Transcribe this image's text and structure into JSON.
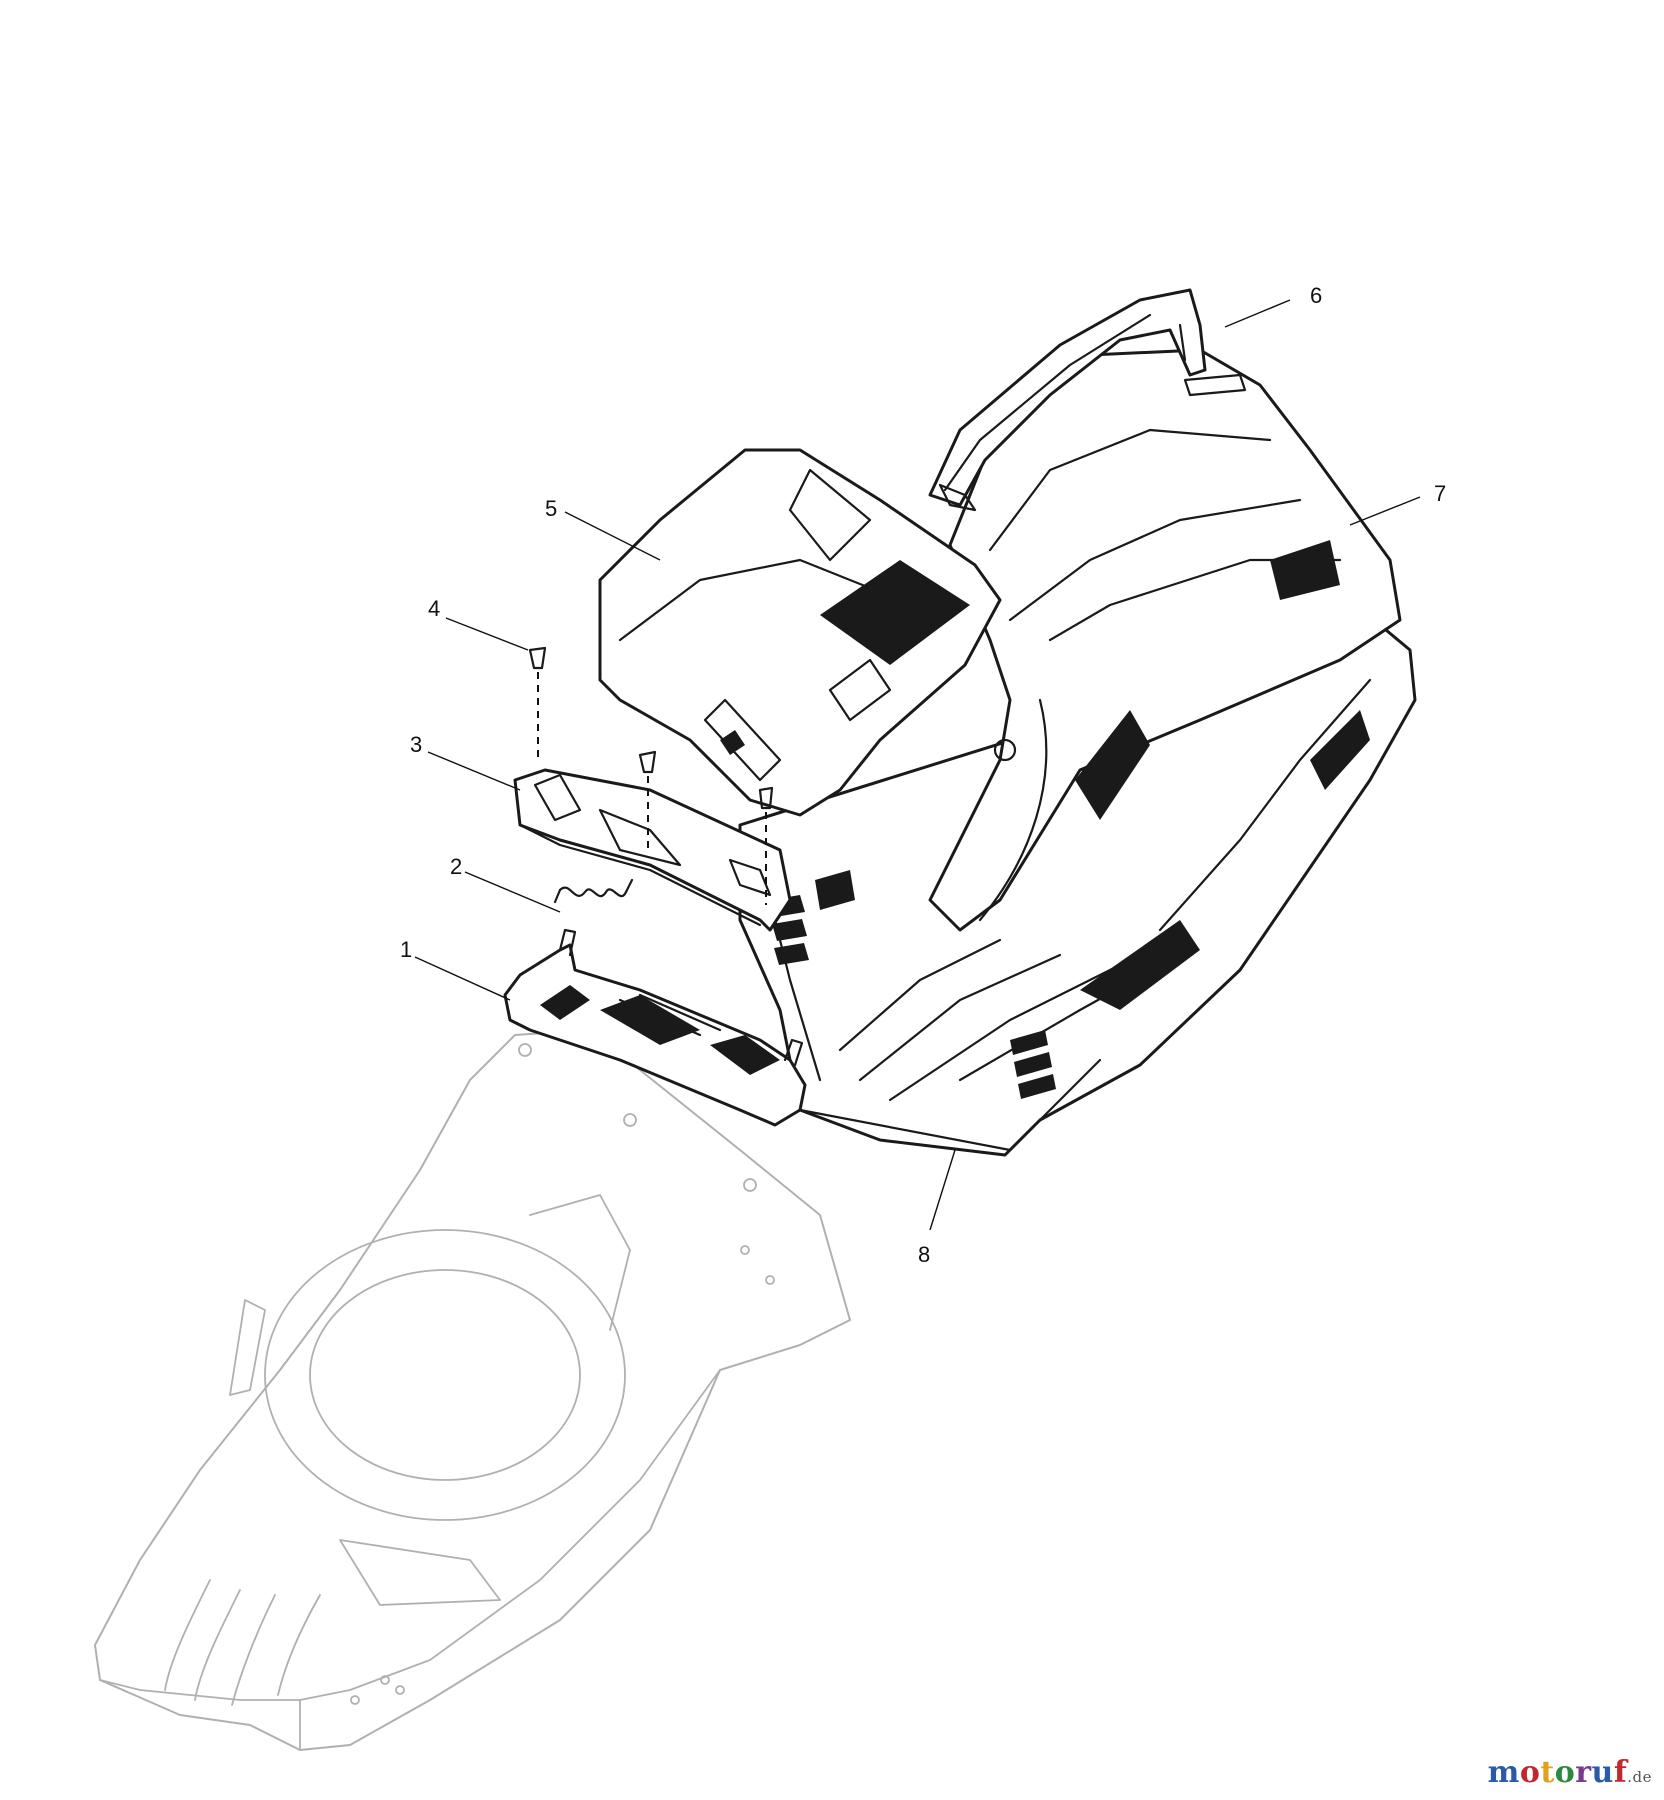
{
  "callouts": [
    {
      "id": "1",
      "text": "1",
      "part": "spring-holder"
    },
    {
      "id": "2",
      "text": "2",
      "part": "spring"
    },
    {
      "id": "3",
      "text": "3",
      "part": "flap"
    },
    {
      "id": "4",
      "text": "4",
      "part": "screw"
    },
    {
      "id": "5",
      "text": "5",
      "part": "grass-bag-top-cover"
    },
    {
      "id": "6",
      "text": "6",
      "part": "handle"
    },
    {
      "id": "7",
      "text": "7",
      "part": "grass-bag-top"
    },
    {
      "id": "8",
      "text": "8",
      "part": "grass-bag-base"
    }
  ],
  "watermark": {
    "brand": "motoruf",
    "tld": ".de",
    "colors": [
      "#2b5aa8",
      "#c0282d",
      "#e0a21a",
      "#2b8a3e",
      "#7a3a8c",
      "#2b5aa8",
      "#c0282d"
    ]
  }
}
